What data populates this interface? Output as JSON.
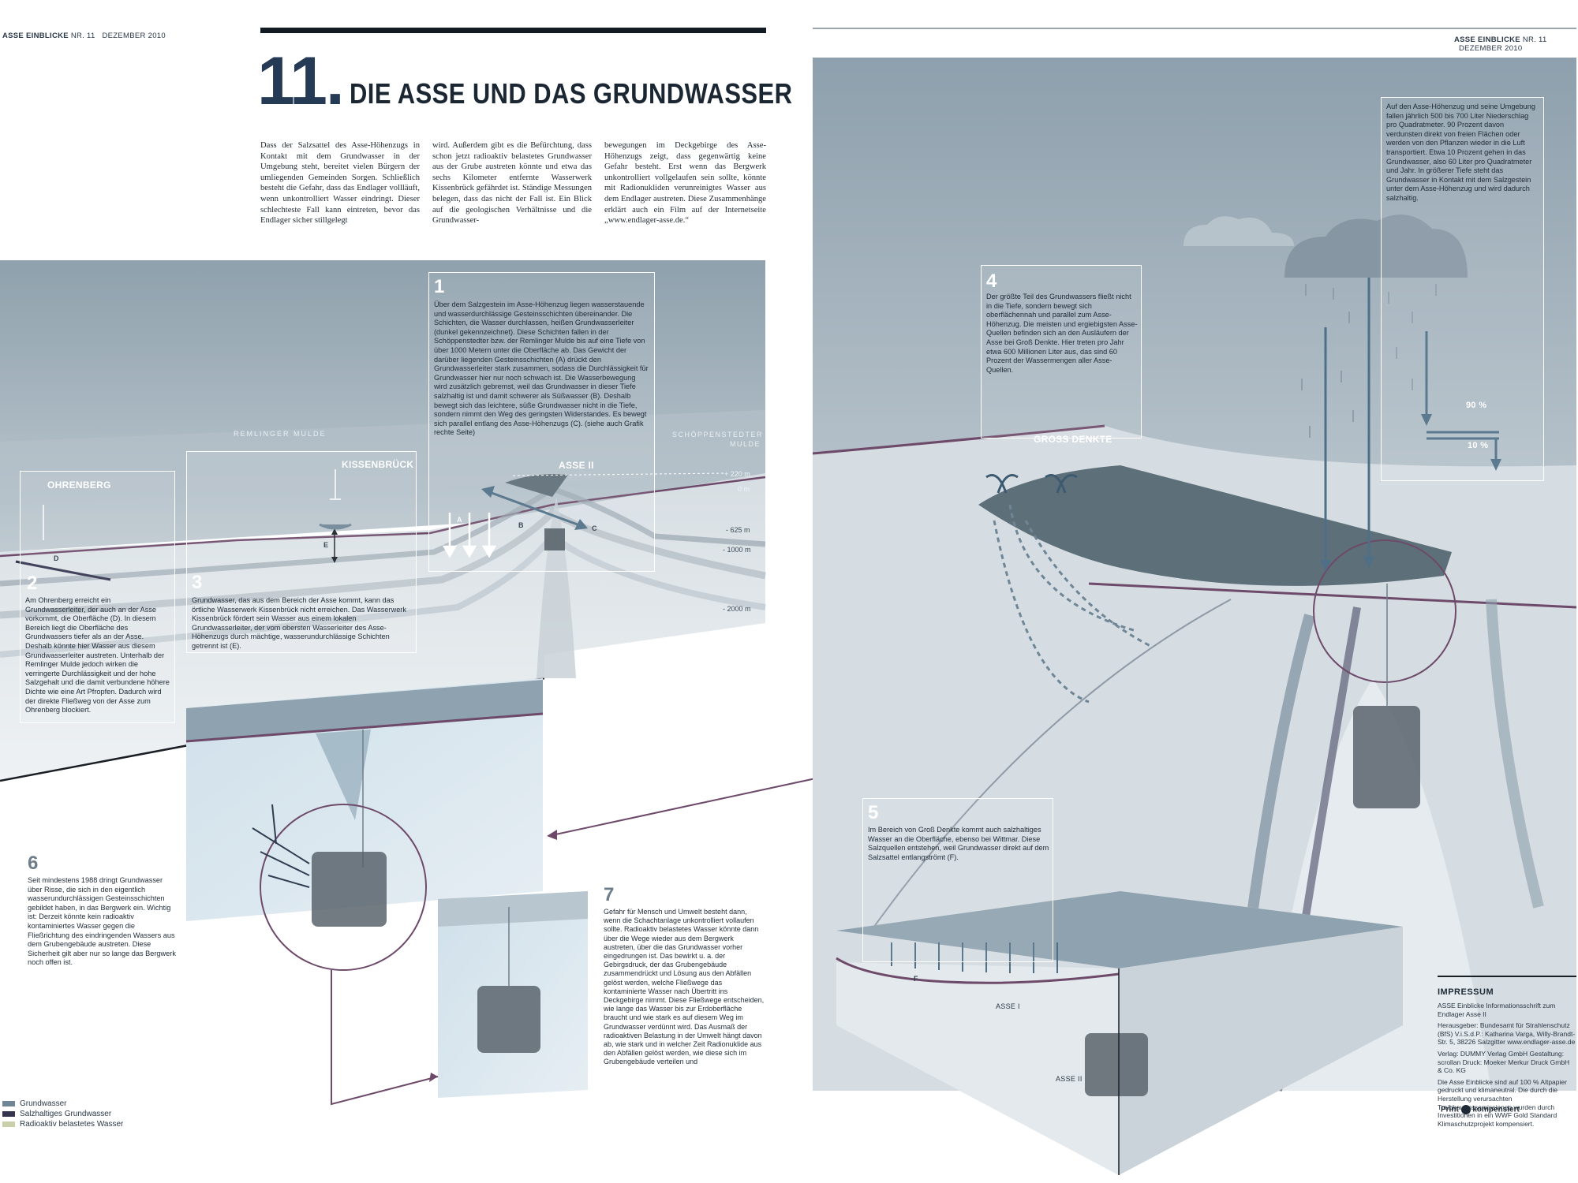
{
  "header": {
    "left_brand": "ASSE EINBLICKE",
    "left_issue": "NR. 11",
    "left_date": "DEZEMBER 2010",
    "right_brand": "ASSE EINBLICKE",
    "right_issue": "NR. 11",
    "right_date": "DEZEMBER 2010"
  },
  "article": {
    "number": "11.",
    "title": "DIE ASSE UND DAS GRUNDWASSER",
    "intro_col1": "Dass der Salzsattel des Asse-Höhenzugs in Kontakt mit dem Grundwasser in der Umgebung steht, bereitet vielen Bürgern der umliegenden Gemeinden Sorgen. Schließlich besteht die Gefahr, dass das Endlager vollläuft, wenn unkontrolliert Wasser eindringt. Dieser schlechteste Fall kann eintreten, bevor das Endlager sicher stillgelegt",
    "intro_col2": "wird. Außerdem gibt es die Befürchtung, dass schon jetzt radioaktiv belastetes Grundwasser aus der Grube austreten könnte und etwa das sechs Kilometer entfernte Wasserwerk Kissenbrück gefährdet ist. Ständige Messungen belegen, dass das nicht der Fall ist. Ein Blick auf die geologischen Verhältnisse und die Grundwasser-",
    "intro_col3": "bewegungen im Deckgebirge des Asse-Höhenzugs zeigt, dass gegenwärtig keine Gefahr besteht. Erst wenn das Bergwerk unkontrolliert vollgelaufen sein sollte, könnte mit Radionukliden verunreinigtes Wasser aus dem Endlager austreten. Diese Zusammenhänge erklärt auch ein Film auf der Internetseite „www.endlager-asse.de.“"
  },
  "map_labels": {
    "remlinger": "REMLINGER MULDE",
    "schoeppen": "SCHÖPPENSTEDTER MULDE",
    "ohrenberg": "OHRENBERG",
    "kissenbrueck": "KISSENBRÜCK",
    "asse2": "ASSE II",
    "gross_denkte": "GROSS DENKTE",
    "asse1_small": "ASSE I",
    "asse2_small": "ASSE II",
    "letter_a": "A",
    "letter_b": "B",
    "letter_c": "C",
    "letter_d": "D",
    "letter_e": "E",
    "letter_f": "F",
    "depth_220": "+ 220 m",
    "depth_0": "0 m",
    "depth_625": "- 625 m",
    "depth_1000": "- 1000 m",
    "depth_2000": "- 2000 m",
    "pct_90": "90 %",
    "pct_10": "10 %"
  },
  "boxes": {
    "b1_num": "1",
    "b1_text": "Über dem Salzgestein im Asse-Höhenzug liegen wasserstauende und wasserdurchlässige Gesteinsschichten übereinander. Die Schichten, die Wasser durchlassen, heißen Grundwasserleiter (dunkel gekennzeichnet). Diese Schichten fallen in der Schöppenstedter bzw. der Remlinger Mulde bis auf eine Tiefe von über 1000 Metern unter die Oberfläche ab. Das Gewicht der darüber liegenden Gesteinsschichten (A) drückt den Grundwasserleiter stark zusammen, sodass die Durchlässigkeit für Grundwasser hier nur noch schwach ist. Die Wasserbewegung wird zusätzlich gebremst, weil das Grundwasser in dieser Tiefe salzhaltig ist und damit schwerer als Süßwasser (B). Deshalb bewegt sich das leichtere, süße Grundwasser nicht in die Tiefe, sondern nimmt den Weg des geringsten Widerstandes. Es bewegt sich parallel entlang des Asse-Höhenzugs (C). (siehe auch Grafik rechte Seite)",
    "b2_num": "2",
    "b2_text": "Am Ohrenberg erreicht ein Grundwasserleiter, der auch an der Asse vorkommt, die Oberfläche (D). In diesem Bereich liegt die Oberfläche des Grundwassers tiefer als an der Asse. Deshalb könnte hier Wasser aus diesem Grundwasserleiter austreten. Unterhalb der Remlinger Mulde jedoch wirken die verringerte Durchlässigkeit und der hohe Salzgehalt und die damit verbundene höhere Dichte wie eine Art Pfropfen. Dadurch wird der direkte Fließweg von der Asse zum Ohrenberg blockiert.",
    "b3_num": "3",
    "b3_text": "Grundwasser, das aus dem Bereich der Asse kommt, kann das örtliche Wasserwerk Kissenbrück nicht erreichen. Das Wasserwerk Kissenbrück fördert sein Wasser aus einem lokalen Grundwasserleiter, der vom obersten Wasserleiter des Asse-Höhenzugs durch mächtige, wasserundurchlässige Schichten getrennt ist (E).",
    "b4_num": "4",
    "b4_text": "Der größte Teil des Grundwassers fließt nicht in die Tiefe, sondern bewegt sich oberflächennah und parallel zum Asse-Höhenzug. Die meisten und ergiebigsten Asse-Quellen befinden sich an den Ausläufern der Asse bei Groß Denkte. Hier treten pro Jahr etwa 600 Millionen Liter aus, das sind 60 Prozent der Wassermengen aller Asse-Quellen.",
    "b5_num": "5",
    "b5_text": "Im Bereich von Groß Denkte kommt auch salzhaltiges Wasser an die Oberfläche, ebenso bei Wittmar. Diese Salzquellen entstehen, weil Grundwasser direkt auf dem Salzsattel entlangströmt (F).",
    "b6_num": "6",
    "b6_text": "Seit mindestens 1988 dringt Grundwasser über Risse, die sich in den eigentlich wasserundurchlässigen Gesteinsschichten gebildet haben, in das Bergwerk ein. Wichtig ist: Derzeit könnte kein radioaktiv kontaminiertes Wasser gegen die Fließrichtung des eindringenden Wassers aus dem Grubengebäude austreten. Diese Sicherheit gilt aber nur so lange das Bergwerk noch offen ist.",
    "b7_num": "7",
    "b7_text": "Gefahr für Mensch und Umwelt besteht dann, wenn die Schachtanlage unkontrolliert vollaufen sollte. Radioaktiv belastetes Wasser könnte dann über die Wege wieder aus dem Bergwerk austreten, über die das Grundwasser vorher eingedrungen ist. Das bewirkt u. a. der Gebirgsdruck, der das Grubengebäude zusammendrückt und Lösung aus den Abfällen gelöst werden, welche Fließwege das kontaminierte Wasser nach Übertritt ins Deckgebirge nimmt. Diese Fließwege entscheiden, wie lange das Wasser bis zur Erdoberfläche braucht und wie stark es auf diesem Weg im Grundwasser verdünnt wird. Das Ausmaß der radioaktiven Belastung in der Umwelt hängt davon ab, wie stark und in welcher Zeit Radionuklide aus den Abfällen gelöst werden, wie diese sich im Grubengebäude verteilen und",
    "rain_text": "Auf den Asse-Höhenzug und seine Umgebung fallen jährlich 500 bis 700 Liter Niederschlag pro Quadratmeter. 90 Prozent davon verdunsten direkt von freien Flächen oder werden von den Pflanzen wieder in die Luft transportiert. Etwa 10 Prozent gehen in das Grundwasser, also 60 Liter pro Quadratmeter und Jahr. In größerer Tiefe steht das Grundwasser in Kontakt mit dem Salzgestein unter dem Asse-Höhenzug und wird dadurch salzhaltig."
  },
  "legend": {
    "item1": "Grundwasser",
    "item2": "Salzhaltiges Grundwasser",
    "item3": "Radioaktiv belastetes Wasser",
    "color1": "#6f8696",
    "color2": "#34344e",
    "color3": "#c9cfa8"
  },
  "impressum": {
    "heading": "IMPRESSUM",
    "p1": "ASSE Einblicke Informationsschrift zum Endlager Asse II",
    "p2": "Herausgeber: Bundesamt für Strahlenschutz (BfS) V.i.S.d.P.: Katharina Varga, Willy-Brandt-Str. 5, 38226 Salzgitter www.endlager-asse.de",
    "p3": "Verlag: DUMMY Verlag GmbH Gestaltung: scrollan Druck: Moeker Merkur Druck GmbH & Co. KG",
    "p4": "Die Asse Einblicke sind auf 100 % Altpapier gedruckt und klimaneutral. Die durch die Herstellung verursachten Treibhausgasemissionen wurden durch Investitionen in ein WWF Gold Standard Klimaschutzprojekt kompensiert.",
    "logo_a": "Print",
    "logo_b": "kompensiert"
  }
}
